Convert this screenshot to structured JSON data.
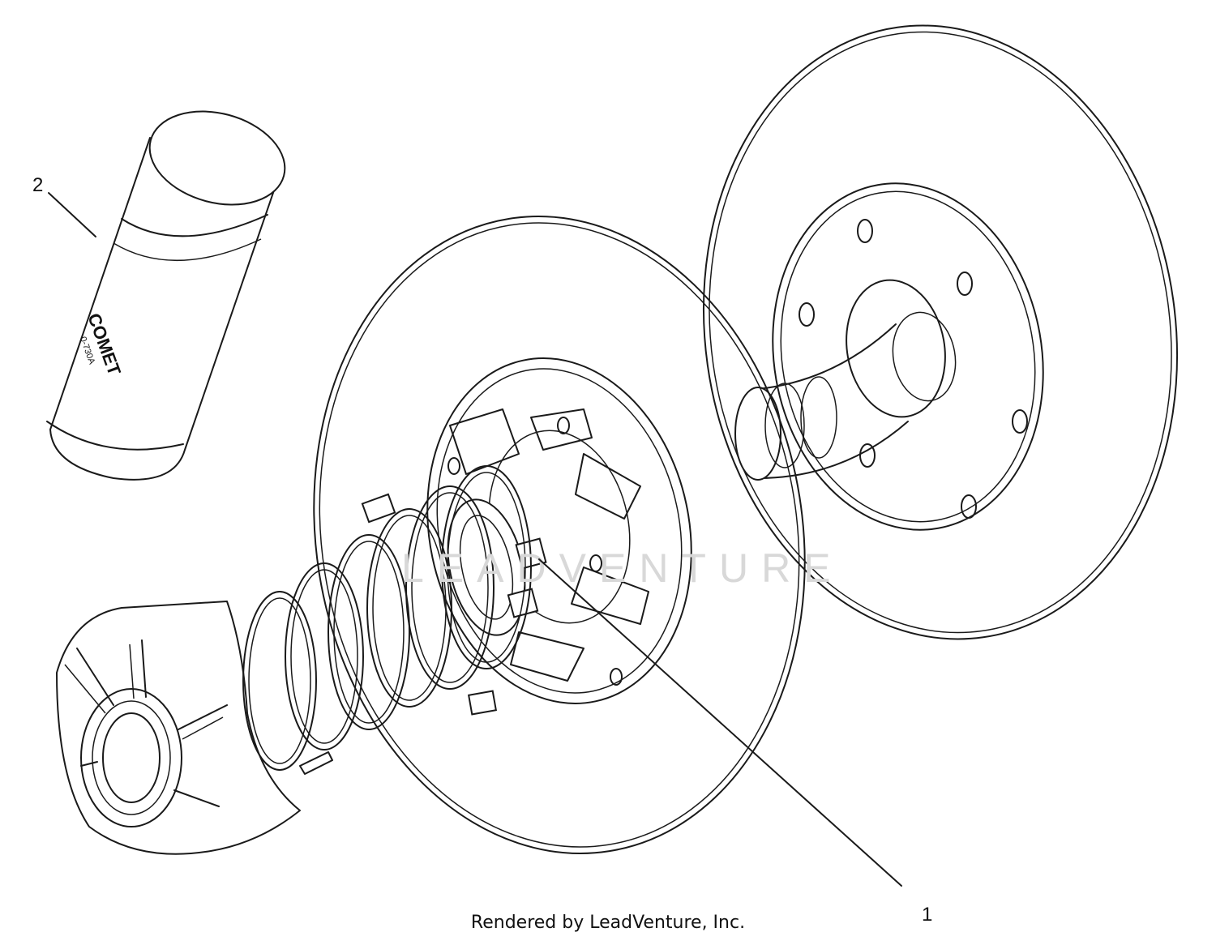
{
  "callouts": [
    {
      "id": "1",
      "label": "1"
    },
    {
      "id": "2",
      "label": "2"
    }
  ],
  "can": {
    "brand": "COMET",
    "part_no": "0-730A"
  },
  "watermark": "LEADVENTURE",
  "footer": "Rendered by LeadVenture, Inc.",
  "colors": {
    "line": "#1a1a1a",
    "background": "#ffffff",
    "watermark": "#d8d8d8"
  }
}
